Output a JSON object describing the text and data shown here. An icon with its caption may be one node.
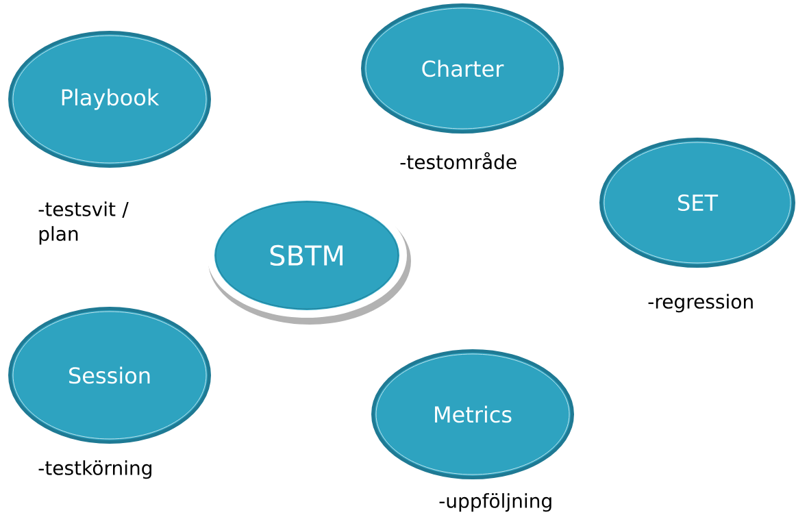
{
  "diagram": {
    "nodes": [
      {
        "text": [
          "Charter"
        ],
        "beside": [
          "-testområde"
        ]
      },
      {
        "text": [
          "Playbook"
        ],
        "beside": [
          "-testsvit / plan"
        ]
      },
      {
        "text": [
          "SET"
        ],
        "beside": [
          "-regression"
        ]
      },
      {
        "text": [
          "SBTM"
        ]
      },
      {
        "text": [
          "Session"
        ],
        "beside": [
          "-testkörning"
        ]
      },
      {
        "text": [
          "Metrics"
        ],
        "beside": [
          "-uppföljning"
        ]
      }
    ]
  }
}
